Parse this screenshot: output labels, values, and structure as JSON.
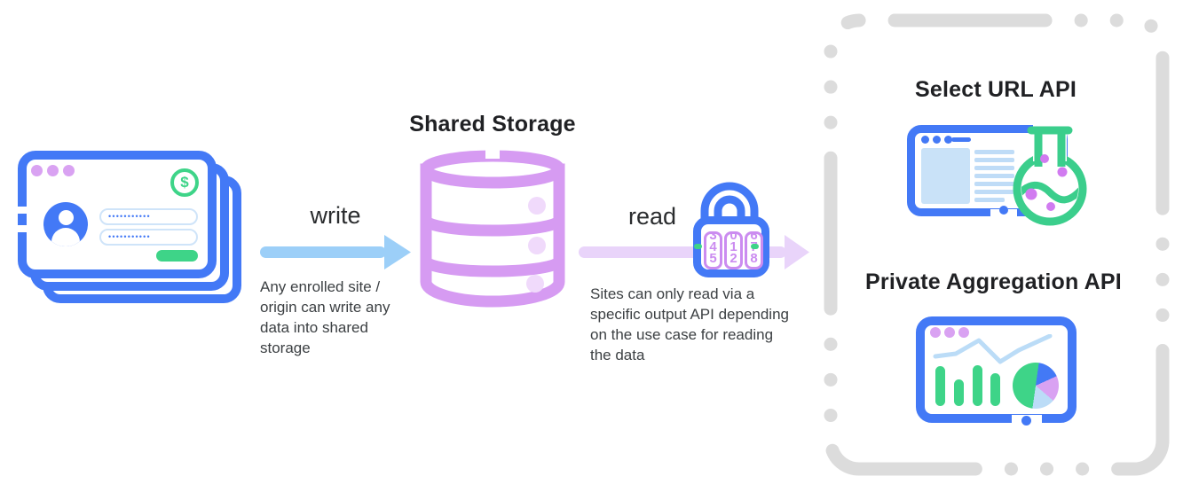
{
  "titles": {
    "shared_storage": "Shared Storage",
    "select_url": "Select URL API",
    "private_aggregation": "Private Aggregation API"
  },
  "flows": {
    "write": {
      "label": "write",
      "caption": "Any enrolled site / origin can write any data into shared storage"
    },
    "read": {
      "label": "read",
      "caption": "Sites can only read via a specific output API depending on the use case for reading the data"
    }
  },
  "browser_card": {
    "dollar_symbol": "$",
    "password_fields": [
      "•••••••••••",
      "•••••••••••"
    ]
  },
  "lock": {
    "code": "417",
    "wheels": [
      {
        "above": "3",
        "current": "4",
        "below": "5"
      },
      {
        "above": "0",
        "current": "1",
        "below": "2"
      },
      {
        "above": "6",
        "current": "7",
        "below": "8"
      }
    ]
  },
  "colors": {
    "blue": "#4379F6",
    "write_arrow_blue": "#9CCFF8",
    "read_arrow_lavender": "#E9D4FA",
    "storage_purple": "#D69BF2",
    "pale_purple_dot": "#F0DAFB",
    "violet_dots": "#D9A2F2",
    "green": "#3ED488",
    "flask_green": "#3BCE8C",
    "pale_blue_fill": "#C9E2F8",
    "list_line_blue": "#BFDCF7",
    "dashed_gray": "#DCDCDC",
    "text_dark": "#202124"
  },
  "icons": {
    "browser-stack-icon": "three stacked browser windows with login form, avatar and dollar coin",
    "dollar-coin-icon": "$ inside green circle",
    "user-avatar-icon": "person silhouette in blue circle",
    "database-icon": "purple three-tier database cylinder",
    "write-arrow-icon": "light blue right arrow",
    "read-arrow-icon": "light lavender right arrow",
    "combination-lock-icon": "blue padlock with purple code wheels 4-1-7",
    "flask-icon": "green round-bottom flask with purple bubbles",
    "browser-window-icon": "blue window with content block and list lines",
    "analytics-dashboard-icon": "blue window with line chart, bar chart and pie chart",
    "dashed-boundary": "gray rounded dashed container"
  }
}
